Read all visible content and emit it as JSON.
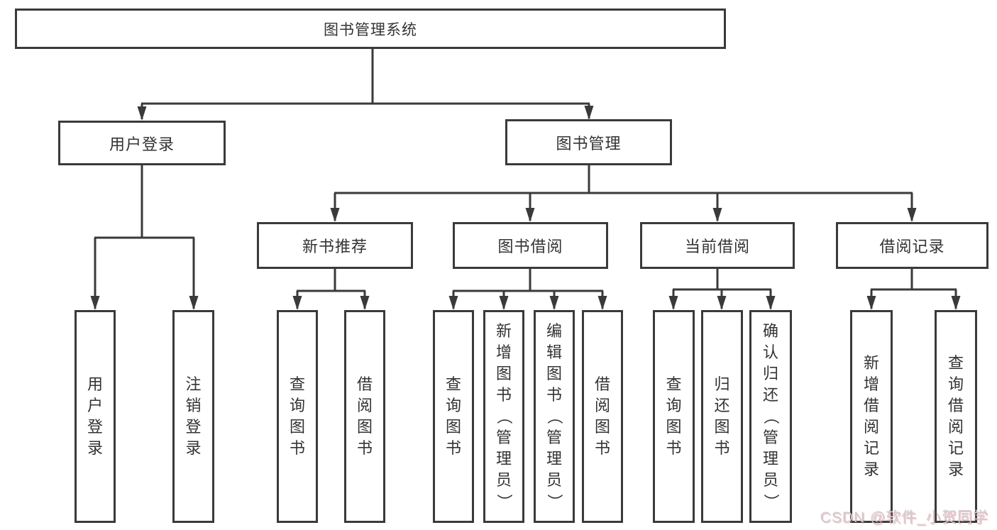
{
  "diagram_title": "图书管理系统",
  "nodes": {
    "root": {
      "label": "图书管理系统"
    },
    "user_login": {
      "label": "用户登录"
    },
    "book_mgmt": {
      "label": "图书管理"
    },
    "new_book_rec": {
      "label": "新书推荐"
    },
    "book_borrow": {
      "label": "图书借阅"
    },
    "current_borrow": {
      "label": "当前借阅"
    },
    "borrow_records": {
      "label": "借阅记录"
    },
    "leaf_user_login": {
      "label": "用户登录"
    },
    "leaf_logout": {
      "label": "注销登录"
    },
    "leaf_query_book_new": {
      "label": "查询图书"
    },
    "leaf_borrow_book_new": {
      "label": "借阅图书"
    },
    "leaf_query_book_borrow": {
      "label": "查询图书"
    },
    "leaf_add_book_admin": {
      "label": "新增图书（管理员）"
    },
    "leaf_edit_book_admin": {
      "label": "编辑图书（管理员）"
    },
    "leaf_borrow_book_borrow": {
      "label": "借阅图书"
    },
    "leaf_query_book_current": {
      "label": "查询图书"
    },
    "leaf_return_book": {
      "label": "归还图书"
    },
    "leaf_confirm_return_admin": {
      "label": "确认归还（管理员）"
    },
    "leaf_add_borrow_record": {
      "label": "新增借阅记录"
    },
    "leaf_query_borrow_record": {
      "label": "查询借阅记录"
    }
  },
  "hierarchy": {
    "图书管理系统": {
      "用户登录": [
        "用户登录",
        "注销登录"
      ],
      "图书管理": {
        "新书推荐": [
          "查询图书",
          "借阅图书"
        ],
        "图书借阅": [
          "查询图书",
          "新增图书（管理员）",
          "编辑图书（管理员）",
          "借阅图书"
        ],
        "当前借阅": [
          "查询图书",
          "归还图书",
          "确认归还（管理员）"
        ],
        "借阅记录": [
          "新增借阅记录",
          "查询借阅记录"
        ]
      }
    }
  },
  "watermark": {
    "text": "CSDN @软件_小贺同学"
  },
  "colors": {
    "line": "#3a3a3a",
    "text": "#333333",
    "background": "#ffffff",
    "watermark": "#cdcdcd"
  }
}
